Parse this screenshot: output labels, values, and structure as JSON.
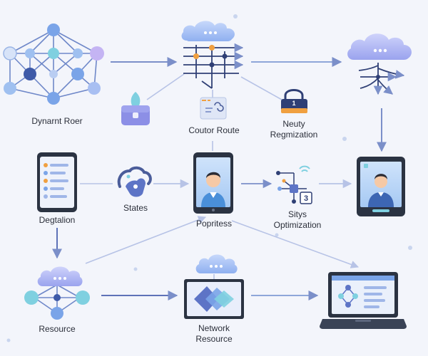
{
  "labels": {
    "dynamic_router": "Dynarnt Roer",
    "cloud_router": "Coutor Route",
    "security": "Neuty\nRegmization",
    "degradation": "Degtalion",
    "states": "States",
    "properties": "Popritess",
    "sys_optimization": "Sitys\nOptimization",
    "resource": "Resource",
    "network_resource": "Network\nResource"
  },
  "badges": {
    "lock_number": "1",
    "optimization_number": "3"
  },
  "colors": {
    "background": "#f3f5fb",
    "arrow": "#7b8fc9",
    "arrow_light": "#b7c3e6",
    "cloud": "#a8c4f5",
    "node_blue": "#7aa4e8",
    "node_teal": "#7fd0e0",
    "node_purple": "#b9a8f0",
    "device_dark": "#2b3342",
    "accent_orange": "#f0a040"
  }
}
